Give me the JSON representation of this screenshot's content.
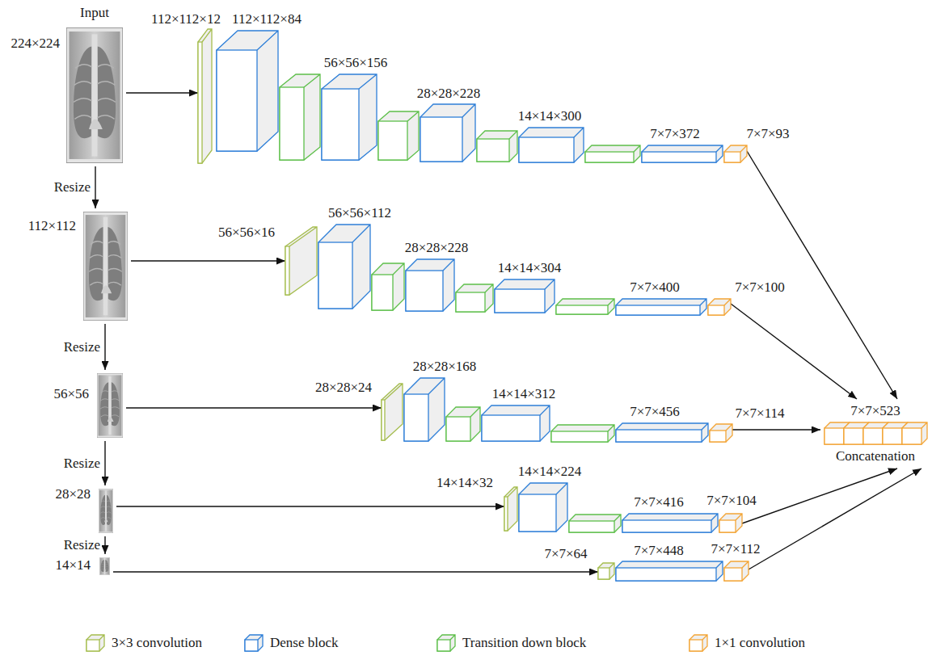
{
  "diagram": {
    "nodes": [
      {
        "text": [
          "Input",
          "224×224"
        ]
      },
      {
        "text": [
          "112×112×12"
        ]
      },
      {
        "text": [
          "112×112×84"
        ]
      },
      {
        "text": [
          "56×56×156"
        ]
      },
      {
        "text": [
          "28×28×228"
        ]
      },
      {
        "text": [
          "14×14×300"
        ]
      },
      {
        "text": [
          "7×7×372"
        ]
      },
      {
        "text": [
          "7×7×93"
        ]
      },
      {
        "text": [
          "112×112"
        ]
      },
      {
        "text": [
          "56×56×16"
        ]
      },
      {
        "text": [
          "56×56×112"
        ]
      },
      {
        "text": [
          "28×28×228"
        ]
      },
      {
        "text": [
          "14×14×304"
        ]
      },
      {
        "text": [
          "7×7×400"
        ]
      },
      {
        "text": [
          "7×7×100"
        ]
      },
      {
        "text": [
          "56×56"
        ]
      },
      {
        "text": [
          "28×28×24"
        ]
      },
      {
        "text": [
          "28×28×168"
        ]
      },
      {
        "text": [
          "14×14×312"
        ]
      },
      {
        "text": [
          "7×7×456"
        ]
      },
      {
        "text": [
          "7×7×114"
        ]
      },
      {
        "text": [
          "28×28"
        ]
      },
      {
        "text": [
          "14×14×32"
        ]
      },
      {
        "text": [
          "14×14×224"
        ]
      },
      {
        "text": [
          "7×7×416"
        ]
      },
      {
        "text": [
          "7×7×104"
        ]
      },
      {
        "text": [
          "14×14"
        ]
      },
      {
        "text": [
          "7×7×64"
        ]
      },
      {
        "text": [
          "7×7×448"
        ]
      },
      {
        "text": [
          "7×7×112"
        ]
      },
      {
        "text": [
          "7×7×523",
          "Concatenation"
        ]
      }
    ],
    "edges": [
      {
        "from": 0,
        "to": 1,
        "arrow": "to"
      },
      {
        "from": 8,
        "to": 9,
        "arrow": "to"
      },
      {
        "from": 15,
        "to": 16,
        "arrow": "to"
      },
      {
        "from": 21,
        "to": 22,
        "arrow": "to"
      },
      {
        "from": 26,
        "to": 27,
        "arrow": "to"
      },
      {
        "from": 0,
        "to": 8,
        "label": "Resize",
        "arrow": "to"
      },
      {
        "from": 8,
        "to": 15,
        "label": "Resize",
        "arrow": "to"
      },
      {
        "from": 15,
        "to": 21,
        "label": "Resize",
        "arrow": "to"
      },
      {
        "from": 21,
        "to": 26,
        "label": "Resize",
        "arrow": "to"
      },
      {
        "from": 7,
        "to": 30,
        "arrow": "to"
      },
      {
        "from": 14,
        "to": 30,
        "arrow": "to"
      },
      {
        "from": 20,
        "to": 30,
        "arrow": "to"
      },
      {
        "from": 25,
        "to": 30,
        "arrow": "to"
      },
      {
        "from": 29,
        "to": 30,
        "arrow": "to"
      }
    ],
    "legend": [
      {
        "text": "3×3 convolution",
        "color": "#a5bd4e"
      },
      {
        "text": "Dense block",
        "color": "#2e7fd8"
      },
      {
        "text": "Transition down block",
        "color": "#5dbf4a"
      },
      {
        "text": "1×1 convolution",
        "color": "#f3a536"
      }
    ]
  }
}
